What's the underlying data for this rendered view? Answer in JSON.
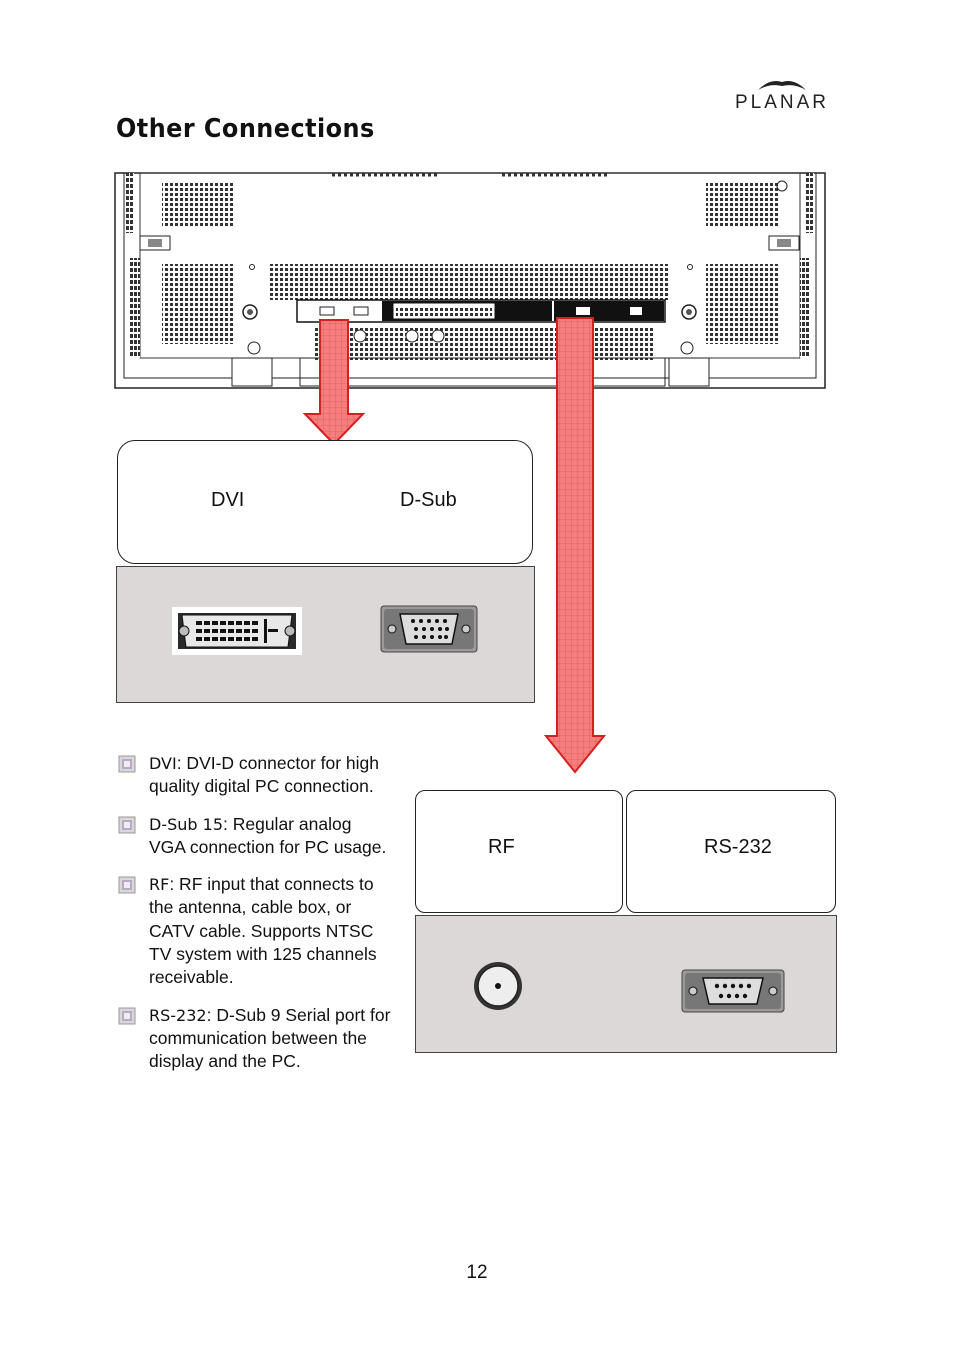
{
  "header": {
    "logo_text": "PLANAR",
    "title": "Other Connections"
  },
  "callouts": {
    "top": {
      "left_label": "DVI",
      "right_label": "D-Sub"
    },
    "bottom_left": {
      "label": "RF"
    },
    "bottom_right": {
      "label": "RS-232"
    }
  },
  "bullets": [
    {
      "term": "DVI",
      "text": ": DVI-D connector for high quality digital PC connection."
    },
    {
      "term": "D-Sub 15",
      "text": ": Regular analog VGA connection for PC usage."
    },
    {
      "term": "RF",
      "text": ": RF input that connects to the antenna, cable box, or CATV cable. Supports NTSC TV system with 125 channels receivable."
    },
    {
      "term": "RS-232",
      "text": ": D-Sub 9 Serial port for communication between the display and the PC."
    }
  ],
  "footer": {
    "page_number": "12"
  },
  "colors": {
    "arrow_fill": "#f26a6a",
    "arrow_stroke": "#d81f1f",
    "connector_bg": "#dcd8d8"
  }
}
